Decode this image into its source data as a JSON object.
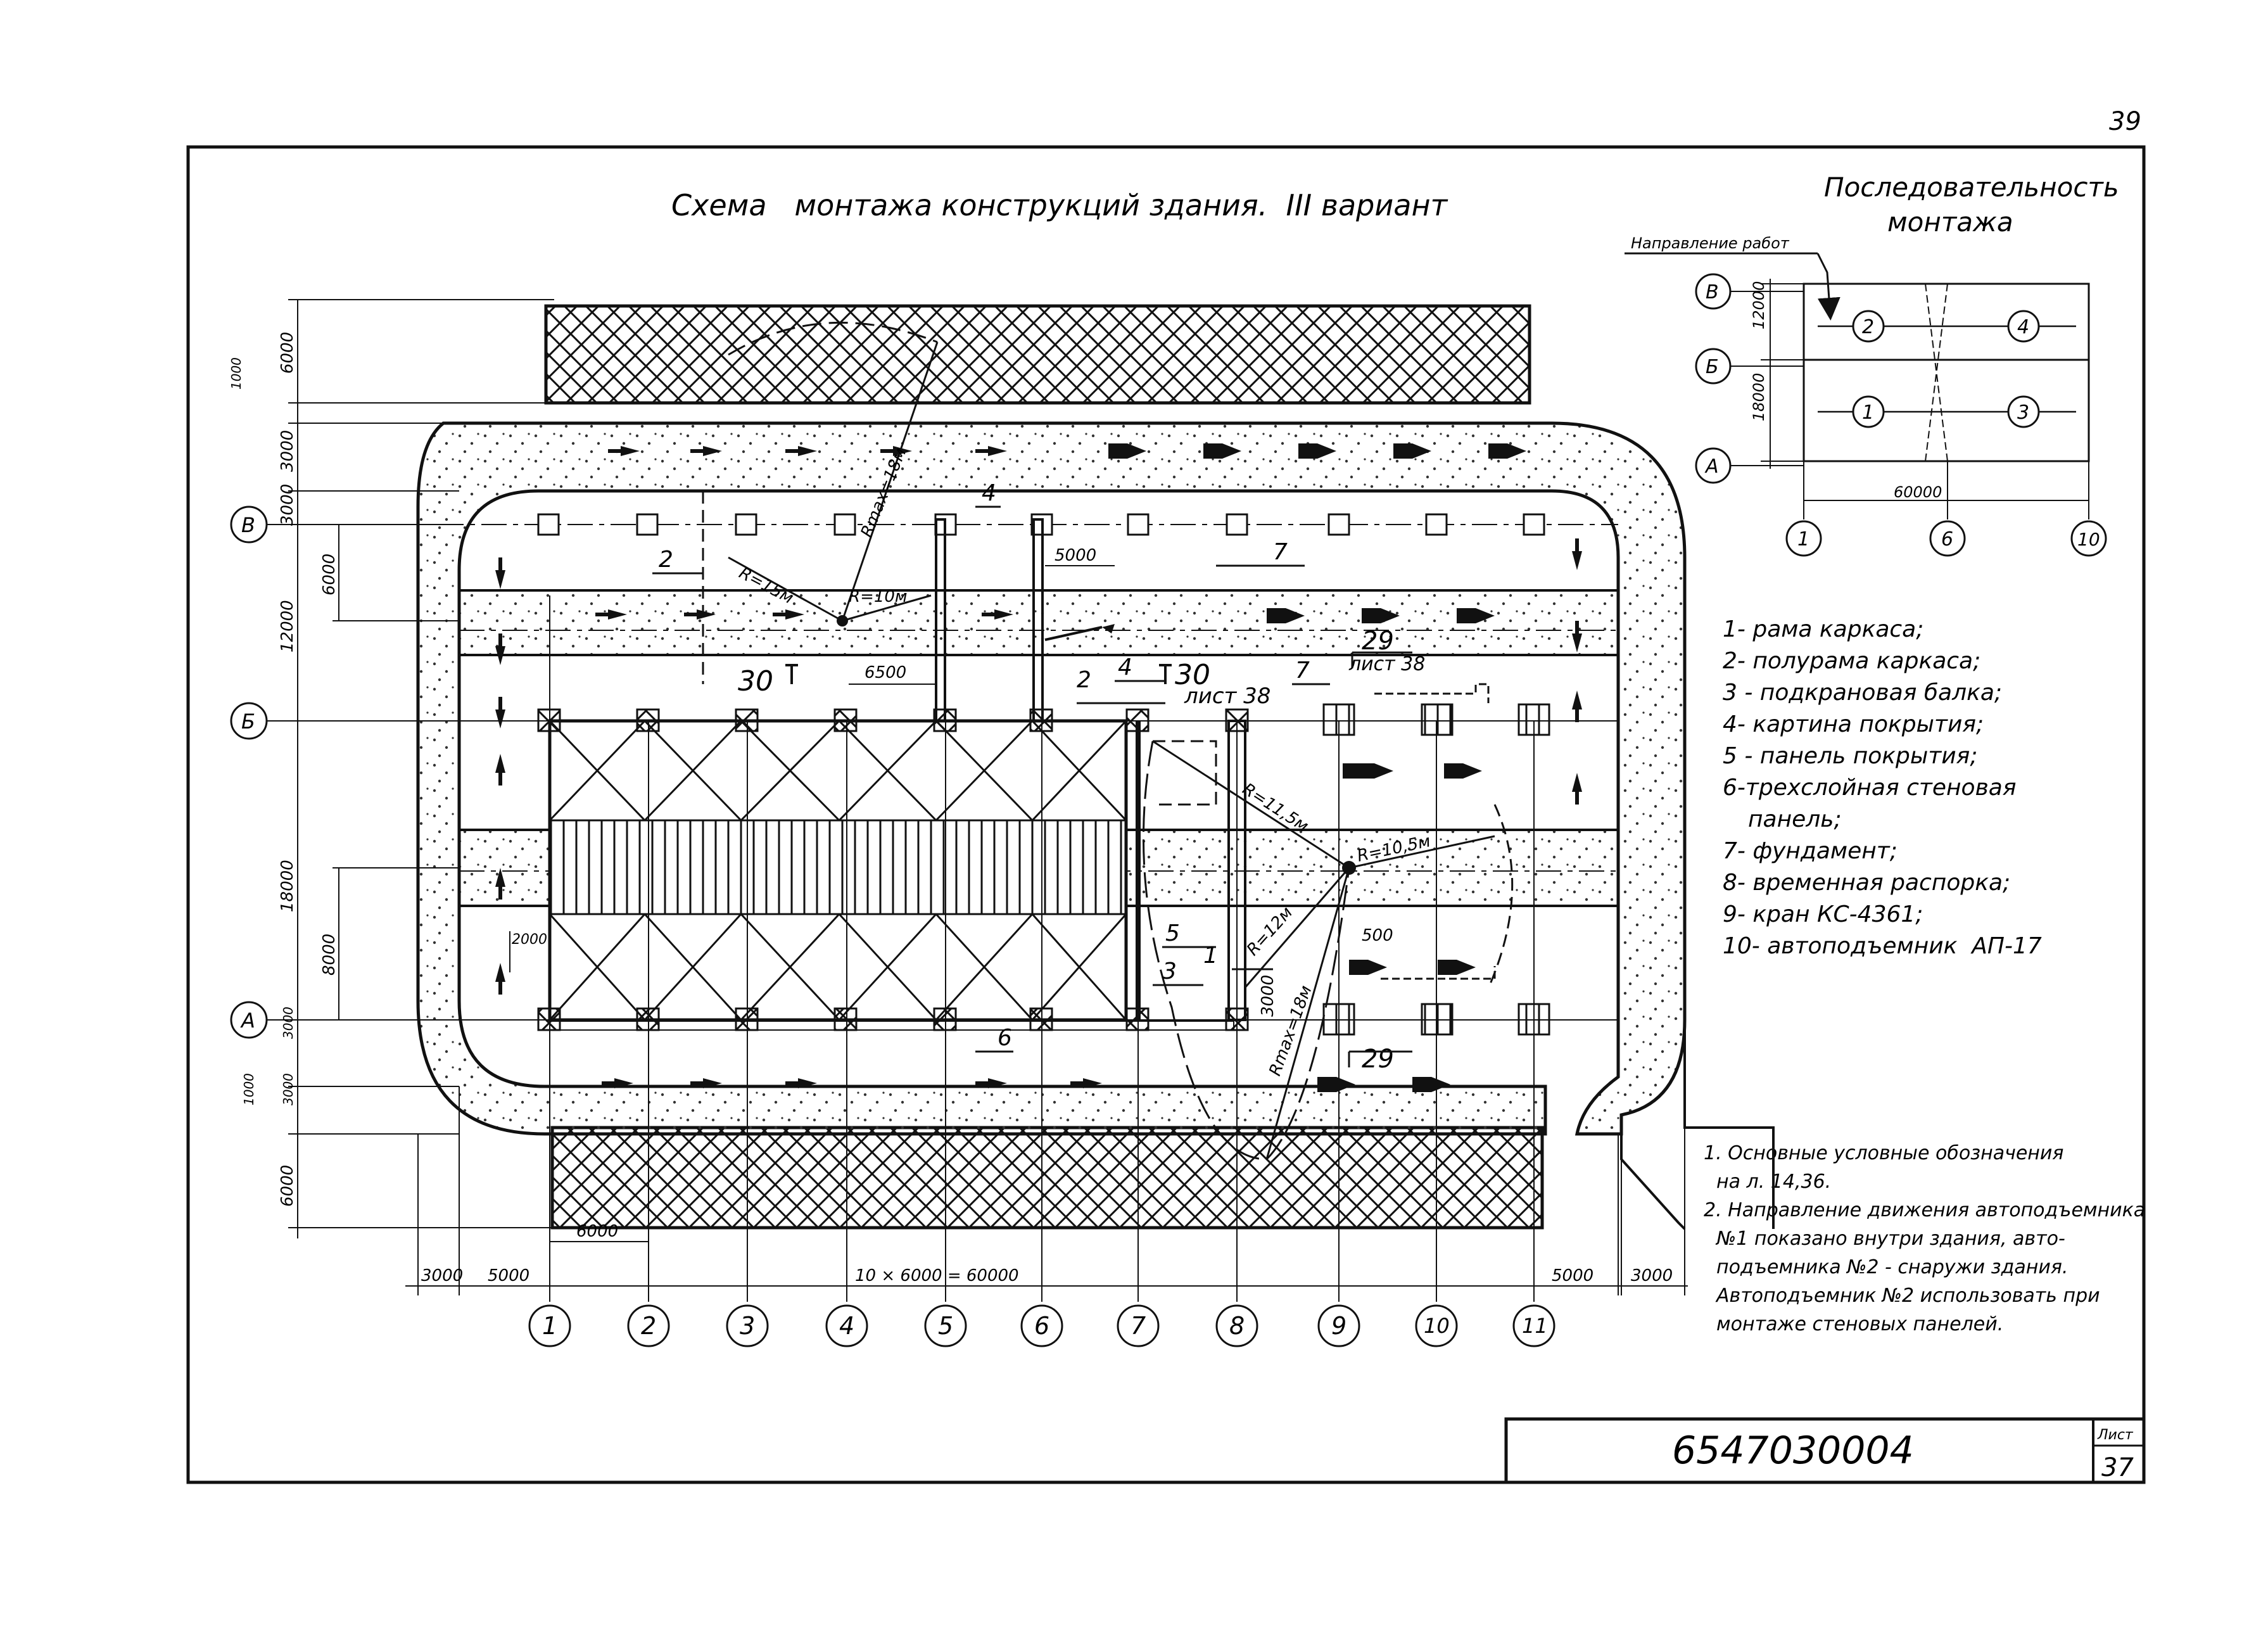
{
  "page_number": "39",
  "title": "Схема   монтажа конструкций здания.  III вариант",
  "sequence": {
    "title_line1": "Последовательность",
    "title_line2": "монтажа",
    "work_direction": "Направление работ",
    "rows": [
      "В",
      "Б",
      "А"
    ],
    "cols": [
      "1",
      "6",
      "10"
    ],
    "steps": [
      "1",
      "2",
      "3",
      "4"
    ],
    "dim_upper": "12000",
    "dim_lower": "18000",
    "dim_total": "60000"
  },
  "legend": [
    "1- рама каркаса;",
    "2- полурама каркаса;",
    "3 - подкрановая балка;",
    "4- картина покрытия;",
    "5 - панель покрытия;",
    "6-трехслойная стеновая",
    "панель;",
    "7- фундамент;",
    "8- временная распорка;",
    "9- кран КС-4361;",
    "10- автоподъемник  АП-17"
  ],
  "notes": [
    "1. Основные условные обозначения",
    "на л. 14,36.",
    "2. Направление движения автоподъемника",
    "№1 показано внутри здания, авто-",
    "подъемника №2 - снаружи здания.",
    "Автоподъемник №2 использовать при",
    "монтаже стеновых панелей."
  ],
  "row_axes": [
    "В",
    "Б",
    "А"
  ],
  "col_axes": [
    "1",
    "2",
    "3",
    "4",
    "5",
    "6",
    "7",
    "8",
    "9",
    "10",
    "11"
  ],
  "dims": {
    "left": [
      "6000",
      "1000",
      "3000",
      "3000",
      "6000",
      "12000",
      "18000",
      "8000",
      "2000",
      "3000",
      "1000",
      "3000",
      "6000"
    ],
    "bottom_span": "10 × 6000 = 60000",
    "bottom_left_a": "3000",
    "bottom_left_b": "5000",
    "bottom_right_a": "5000",
    "bottom_right_b": "3000",
    "bottom_bay": "6000",
    "d6500": "6500",
    "d5000": "5000",
    "d500": "500",
    "d3000": "3000"
  },
  "crane_labels": [
    "R=15м",
    "R=10м",
    "Rmax=18м",
    "R=11,5м",
    "R=10,5м",
    "R=12м",
    "Rmax=18м"
  ],
  "callouts": [
    "1",
    "2",
    "2",
    "3",
    "4",
    "4",
    "5",
    "6",
    "7",
    "7"
  ],
  "sections": {
    "s30a": "30",
    "s30b": "30",
    "list38": "лист 38",
    "s29": "29",
    "list38b": "лист 38",
    "s29b": "29"
  },
  "stamp": {
    "code": "6547030004",
    "sheet_label": "Лист",
    "sheet_number": "37"
  }
}
